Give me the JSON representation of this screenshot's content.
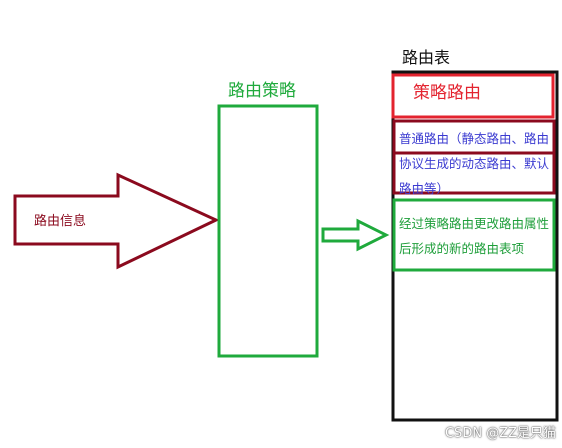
{
  "diagram": {
    "input_arrow": {
      "label": "路由信息",
      "color": "#8b0a1e"
    },
    "policy_box": {
      "title": "路由策略",
      "color": "#1faa3c"
    },
    "routing_table": {
      "title": "路由表",
      "policy_route": {
        "label": "策略路由",
        "color": "#e3232f"
      },
      "normal_routes": {
        "text": "普通路由（静态路由、路由协议生成的动态路由、默认路由等）",
        "text_color": "#3a3ad0",
        "border_color": "#8b0a1e"
      },
      "modified_routes": {
        "text": "经过策略路由更改路由属性后形成的新的路由表项",
        "color": "#1faa3c"
      }
    },
    "output_arrow": {
      "color": "#1faa3c"
    }
  },
  "watermark": "CSDN @ZZ是只猫"
}
